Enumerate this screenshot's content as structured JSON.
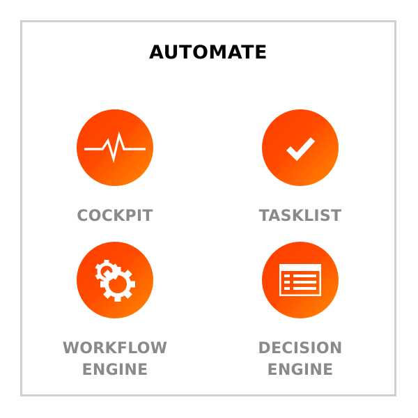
{
  "title": "AUTOMATE",
  "tiles": [
    {
      "label_lines": [
        "COCKPIT"
      ],
      "icon": "pulse-icon"
    },
    {
      "label_lines": [
        "TASKLIST"
      ],
      "icon": "checkmark-icon"
    },
    {
      "label_lines": [
        "WORKFLOW",
        "ENGINE"
      ],
      "icon": "gears-icon"
    },
    {
      "label_lines": [
        "DECISION",
        "ENGINE"
      ],
      "icon": "table-icon"
    }
  ],
  "colors": {
    "accent_start": "#ff3d00",
    "accent_end": "#ff8a00",
    "label": "#8a8a8a",
    "title": "#000000",
    "border": "#cfcfcf"
  }
}
